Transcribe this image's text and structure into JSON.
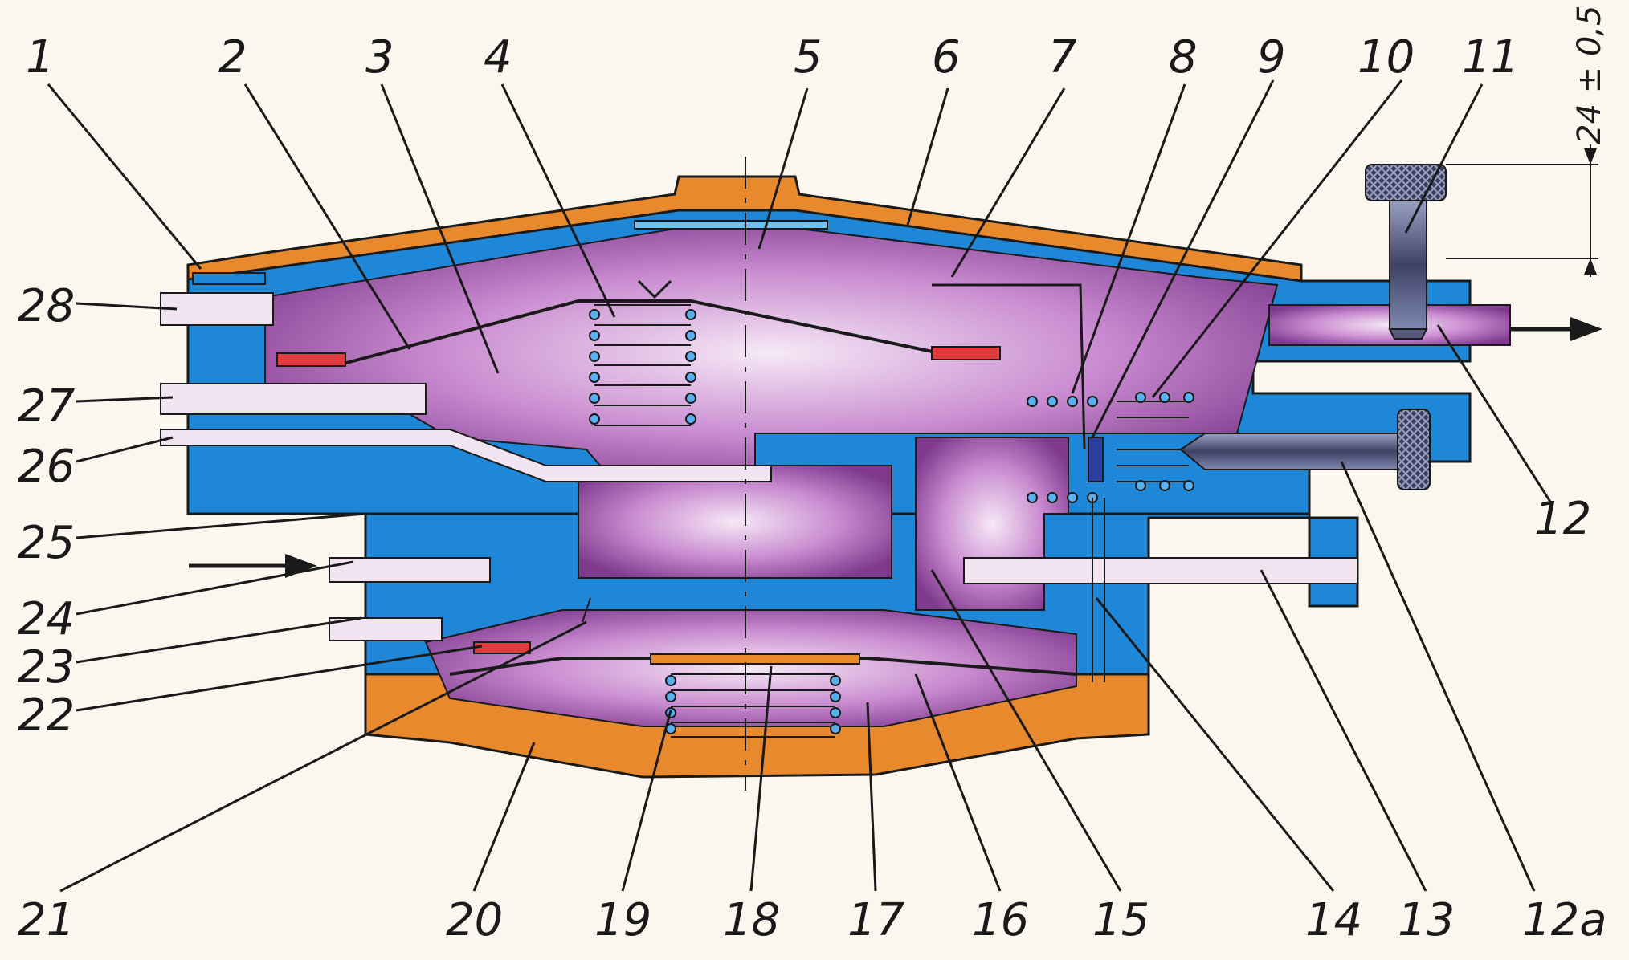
{
  "labels": {
    "l1": "1",
    "l2": "2",
    "l3": "3",
    "l4": "4",
    "l5": "5",
    "l6": "6",
    "l7": "7",
    "l8": "8",
    "l9": "9",
    "l10": "10",
    "l11": "11",
    "l12": "12",
    "l12a": "12a",
    "l13": "13",
    "l14": "14",
    "l15": "15",
    "l16": "16",
    "l17": "17",
    "l18": "18",
    "l19": "19",
    "l20": "20",
    "l21": "21",
    "l22": "22",
    "l23": "23",
    "l24": "24",
    "l25": "25",
    "l26": "26",
    "l27": "27",
    "l28": "28"
  },
  "dimension": "24 ± 0,5",
  "colors": {
    "body": "#1e87d8",
    "chamber": "#c98bd0",
    "cover": "#e8892e",
    "seal": "#e23b3b",
    "spring": "#2a6fd0",
    "screw": "#565a7a"
  }
}
